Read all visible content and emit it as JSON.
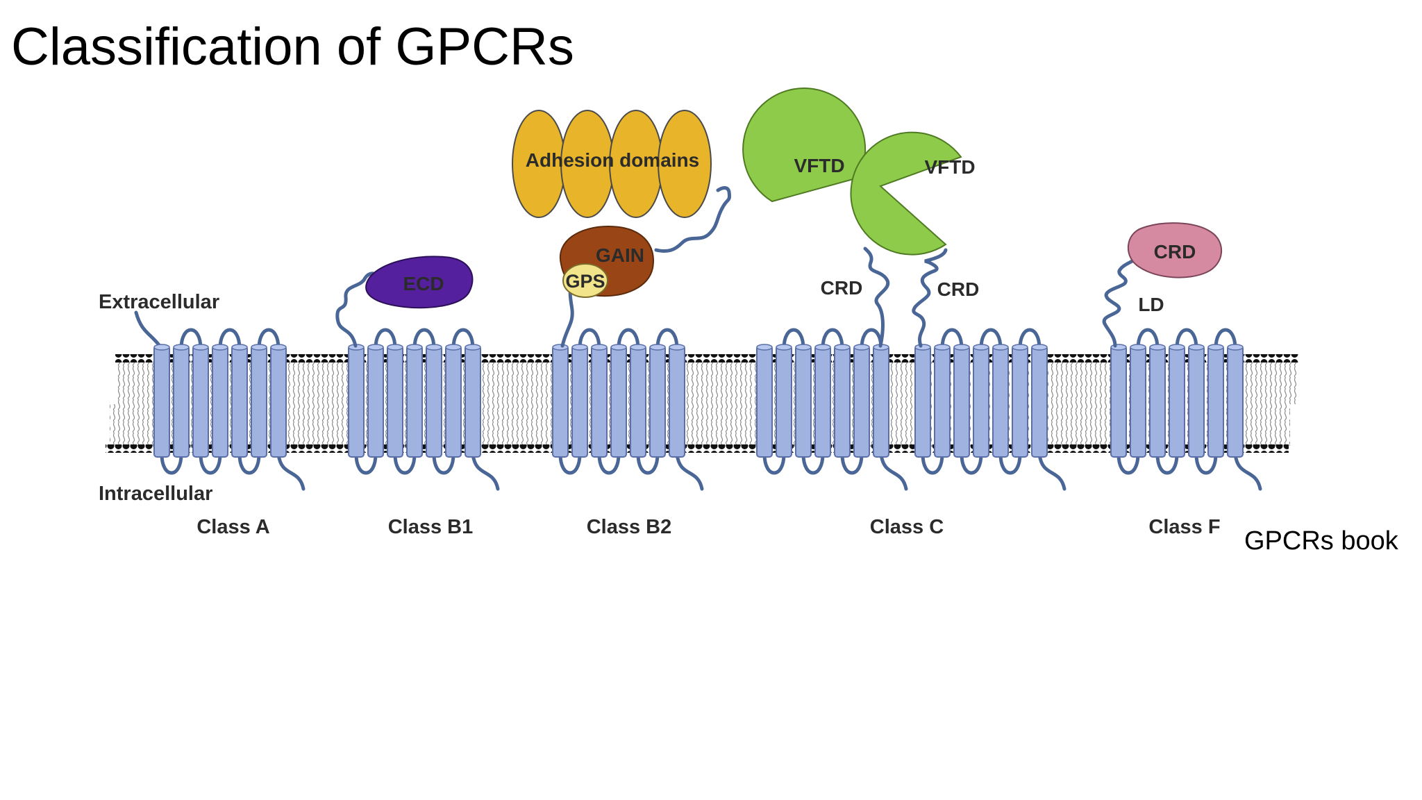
{
  "slide": {
    "title": "Classification of GPCRs",
    "citation": "GPCRs book"
  },
  "diagram": {
    "compartments": {
      "extracellular": "Extracellular",
      "intracellular": "Intracellular"
    },
    "classes": [
      {
        "id": "a",
        "label": "Class A"
      },
      {
        "id": "b1",
        "label": "Class B1"
      },
      {
        "id": "b2",
        "label": "Class B2"
      },
      {
        "id": "c",
        "label": "Class C"
      },
      {
        "id": "f",
        "label": "Class F"
      }
    ],
    "domains": {
      "ecd": "ECD",
      "adhesion": "Adhesion domains",
      "gain": "GAIN",
      "gps": "GPS",
      "vftd_left": "VFTD",
      "vftd_right": "VFTD",
      "crd_c_left": "CRD",
      "crd_c_right": "CRD",
      "crd_f": "CRD",
      "ld_f": "LD"
    },
    "colors": {
      "helix_fill": "#9fb2e0",
      "helix_stroke": "#5a6fa8",
      "loop": "#4a6697",
      "lipid_head": "#111111",
      "lipid_tail": "#8a8a8a",
      "ecd": "#55209e",
      "adhesion": "#e8b42a",
      "gain": "#9a4516",
      "gps": "#f2e48a",
      "vftd": "#8fcb4a",
      "crd_f": "#d68aa2",
      "label": "#2b2b2b"
    }
  }
}
